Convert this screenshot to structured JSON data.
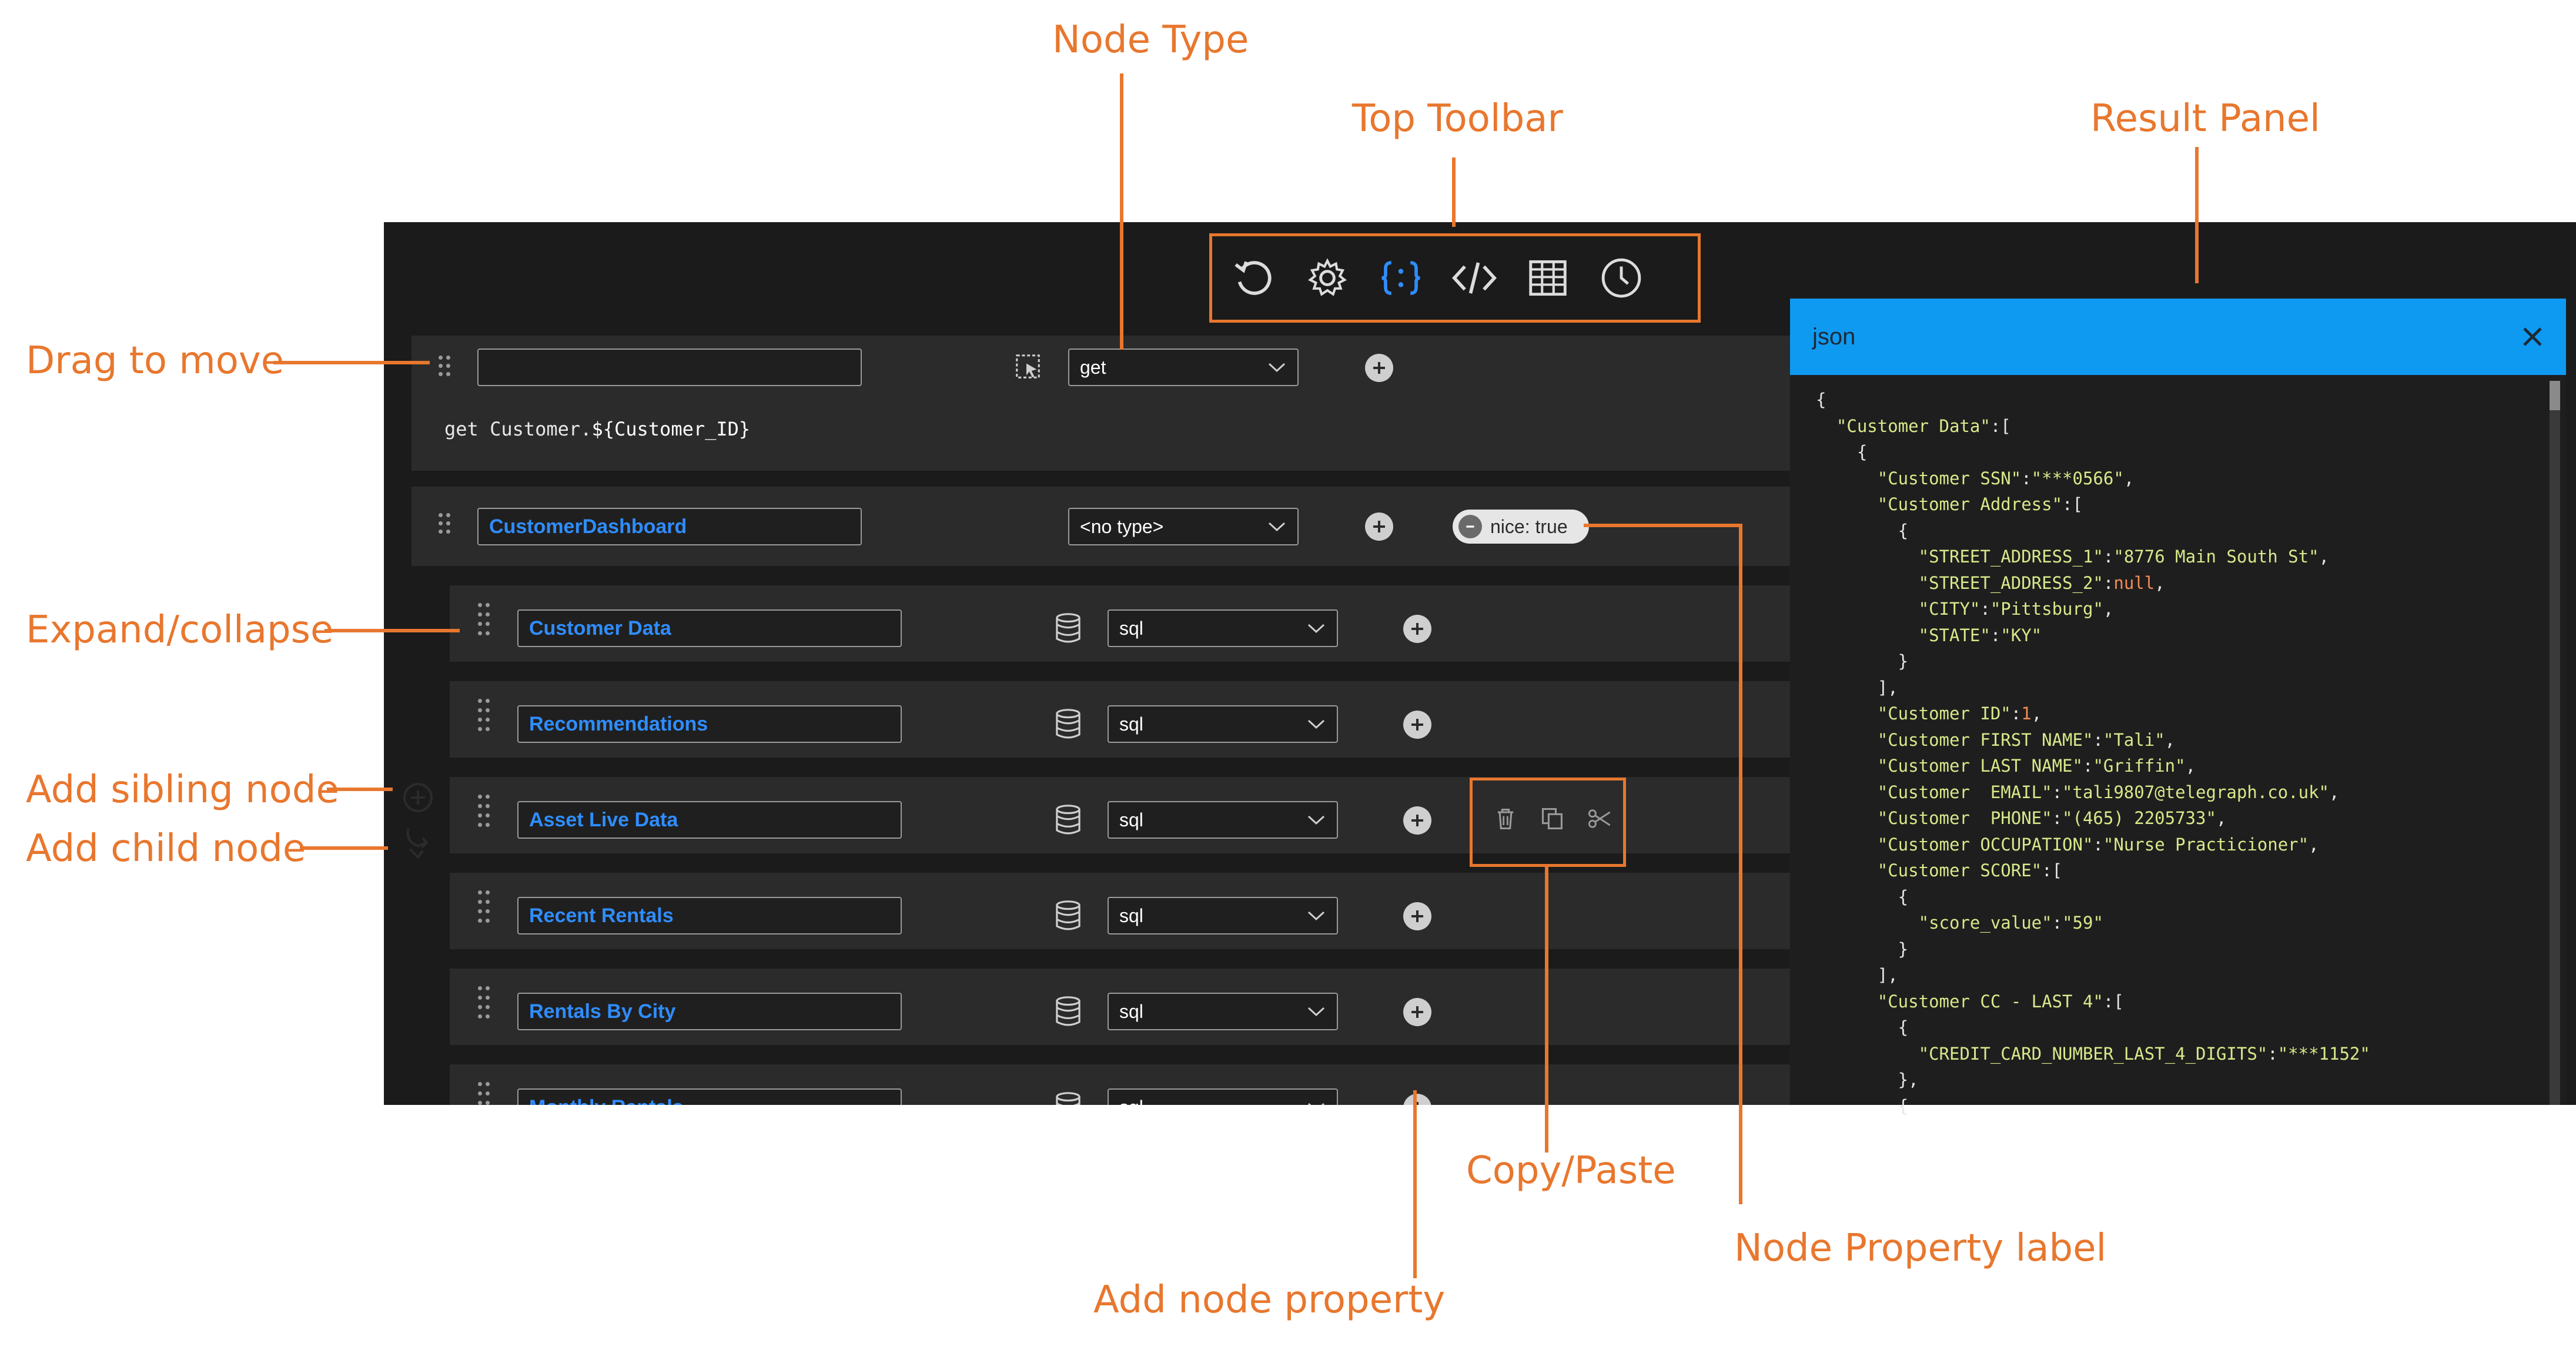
{
  "callouts": {
    "node_type": "Node Type",
    "top_toolbar": "Top Toolbar",
    "result_panel": "Result Panel",
    "drag_to_move": "Drag to move",
    "expand_collapse": "Expand/collapse",
    "add_sibling_node": "Add sibling node",
    "add_child_node": "Add child node",
    "copy_paste": "Copy/Paste",
    "node_property_label": "Node Property label",
    "add_node_property": "Add node property"
  },
  "colors": {
    "accent": "#e8772e",
    "link_blue": "#2f8dff",
    "json_header": "#0f9af2",
    "app_bg": "#1b1b1b"
  },
  "toolbar": {
    "icons": [
      "reset-icon",
      "settings-icon",
      "json-braces-icon",
      "code-icon",
      "table-icon",
      "clock-icon"
    ]
  },
  "root_node": {
    "name": "",
    "type": "get",
    "query_prefix": "get Customer.",
    "query_var": "${Customer_ID}"
  },
  "dashboard_node": {
    "name": "CustomerDashboard",
    "type": "<no type>",
    "property_label": "nice: true"
  },
  "child_nodes": [
    {
      "name": "Customer Data",
      "type": "sql"
    },
    {
      "name": "Recommendations",
      "type": "sql"
    },
    {
      "name": "Asset Live Data",
      "type": "sql"
    },
    {
      "name": "Recent Rentals",
      "type": "sql"
    },
    {
      "name": "Rentals By City",
      "type": "sql"
    },
    {
      "name": "Monthly Rentals",
      "type": "sql"
    }
  ],
  "json_panel": {
    "title": "json",
    "close_icon": "close-icon"
  }
}
